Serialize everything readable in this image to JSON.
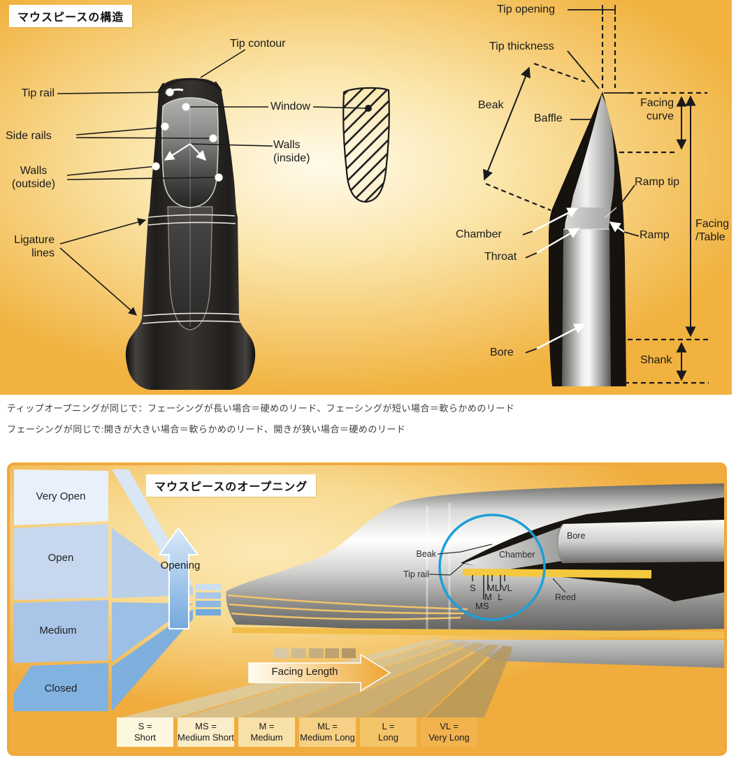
{
  "top": {
    "title": "マウスピースの構造",
    "labels": {
      "tip_contour": "Tip contour",
      "tip_rail": "Tip rail",
      "side_rails": "Side rails",
      "walls_outside": "Walls\n(outside)",
      "ligature_lines": "Ligature\nlines",
      "window": "Window",
      "walls_inside": "Walls\n(inside)",
      "tip_opening": "Tip opening",
      "tip_thickness": "Tip thickness",
      "beak": "Beak",
      "baffle": "Baffle",
      "facing_curve": "Facing\ncurve",
      "ramp_tip": "Ramp tip",
      "ramp": "Ramp",
      "chamber": "Chamber",
      "throat": "Throat",
      "facing_table": "Facing\n/Table",
      "bore": "Bore",
      "shank": "Shank"
    }
  },
  "notes": {
    "line1": "ティップオープニングが同じで：フェーシングが長い場合＝硬めのリード、フェーシングが短い場合＝軟らかめのリード",
    "line2": "フェーシングが同じで:開きが大きい場合＝軟らかめのリード、開きが狭い場合＝硬めのリード"
  },
  "bottom": {
    "title": "マウスピースのオープニング",
    "openness_levels": [
      "Very Open",
      "Open",
      "Medium",
      "Closed"
    ],
    "opening_arrow_label": "Opening",
    "diagram_labels": {
      "beak": "Beak",
      "tip_rail": "Tip rail",
      "chamber": "Chamber",
      "bore": "Bore",
      "reed": "Reed"
    },
    "facing_ticks": [
      "S",
      "MS",
      "M",
      "ML",
      "L",
      "VL"
    ],
    "facing_length_label": "Facing Length",
    "legend": [
      {
        "abbr": "S =",
        "name": "Short"
      },
      {
        "abbr": "MS =",
        "name": "Medium Short"
      },
      {
        "abbr": "M =",
        "name": "Medium"
      },
      {
        "abbr": "ML =",
        "name": "Medium Long"
      },
      {
        "abbr": "L =",
        "name": "Long"
      },
      {
        "abbr": "VL =",
        "name": "Very Long"
      }
    ]
  },
  "colors": {
    "background_gold_light": "#FFF8E4",
    "background_gold_deep": "#F0AB3A",
    "panel_border_orange": "#F1A73D",
    "title_box_bg": "#FFFFFF",
    "mouthpiece_black": "#1A1714",
    "openness_blues": [
      "#E8F1FB",
      "#C7D8EE",
      "#A9C6E8",
      "#82B2E0"
    ],
    "opening_arrow_blue": "#7FB2E2",
    "highlight_circle_blue": "#1C9FD8",
    "reed_yellow": "#F5C93F",
    "legend_fills": [
      "#FDF7E0",
      "#FAEDC8",
      "#F8E1A8",
      "#F6D085",
      "#F4C469",
      "#F2B24E"
    ],
    "label_text": "#1A1A1A"
  }
}
